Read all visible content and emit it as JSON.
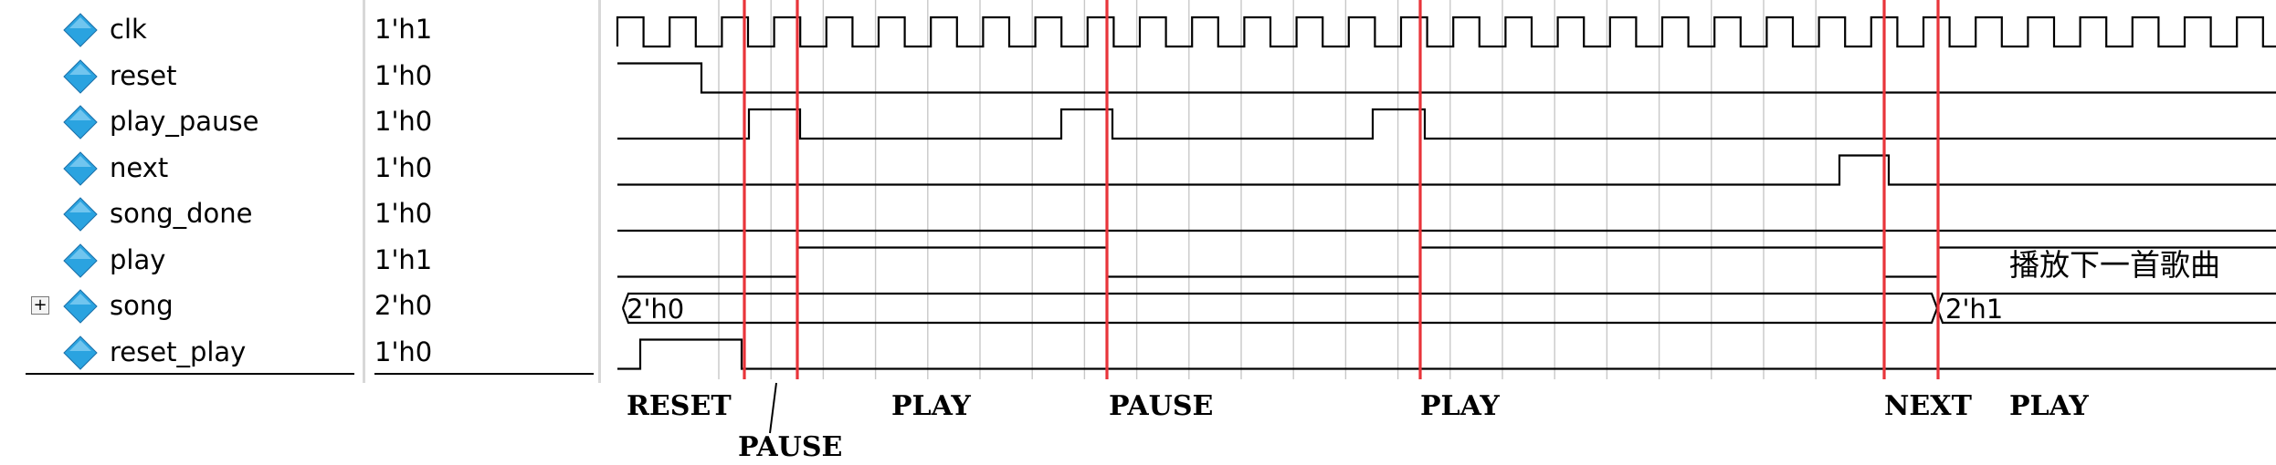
{
  "signals": [
    {
      "name": "clk",
      "value": "1'h1",
      "icon": "diamond-icon",
      "expandable": false
    },
    {
      "name": "reset",
      "value": "1'h0",
      "icon": "diamond-icon",
      "expandable": false
    },
    {
      "name": "play_pause",
      "value": "1'h0",
      "icon": "diamond-icon",
      "expandable": false
    },
    {
      "name": "next",
      "value": "1'h0",
      "icon": "diamond-icon",
      "expandable": false
    },
    {
      "name": "song_done",
      "value": "1'h0",
      "icon": "diamond-icon",
      "expandable": false
    },
    {
      "name": "play",
      "value": "1'h1",
      "icon": "diamond-icon",
      "expandable": false
    },
    {
      "name": "song",
      "value": "2'h0",
      "icon": "diamond-icon",
      "expandable": true,
      "expand_glyph": "+"
    },
    {
      "name": "reset_play",
      "value": "1'h0",
      "icon": "diamond-icon",
      "expandable": false
    }
  ],
  "waveform": {
    "bus_values": [
      "2'h0",
      "2'h1"
    ],
    "annotation": "播放下一首歌曲",
    "state_labels": [
      "RESET",
      "PAUSE",
      "PLAY",
      "PAUSE",
      "PLAY",
      "NEXT",
      "PLAY"
    ]
  },
  "colors": {
    "diamond_fill": "#2aa3e0",
    "marker": "#e8343a",
    "wave": "#000000",
    "grid": "#c8c8c8"
  }
}
